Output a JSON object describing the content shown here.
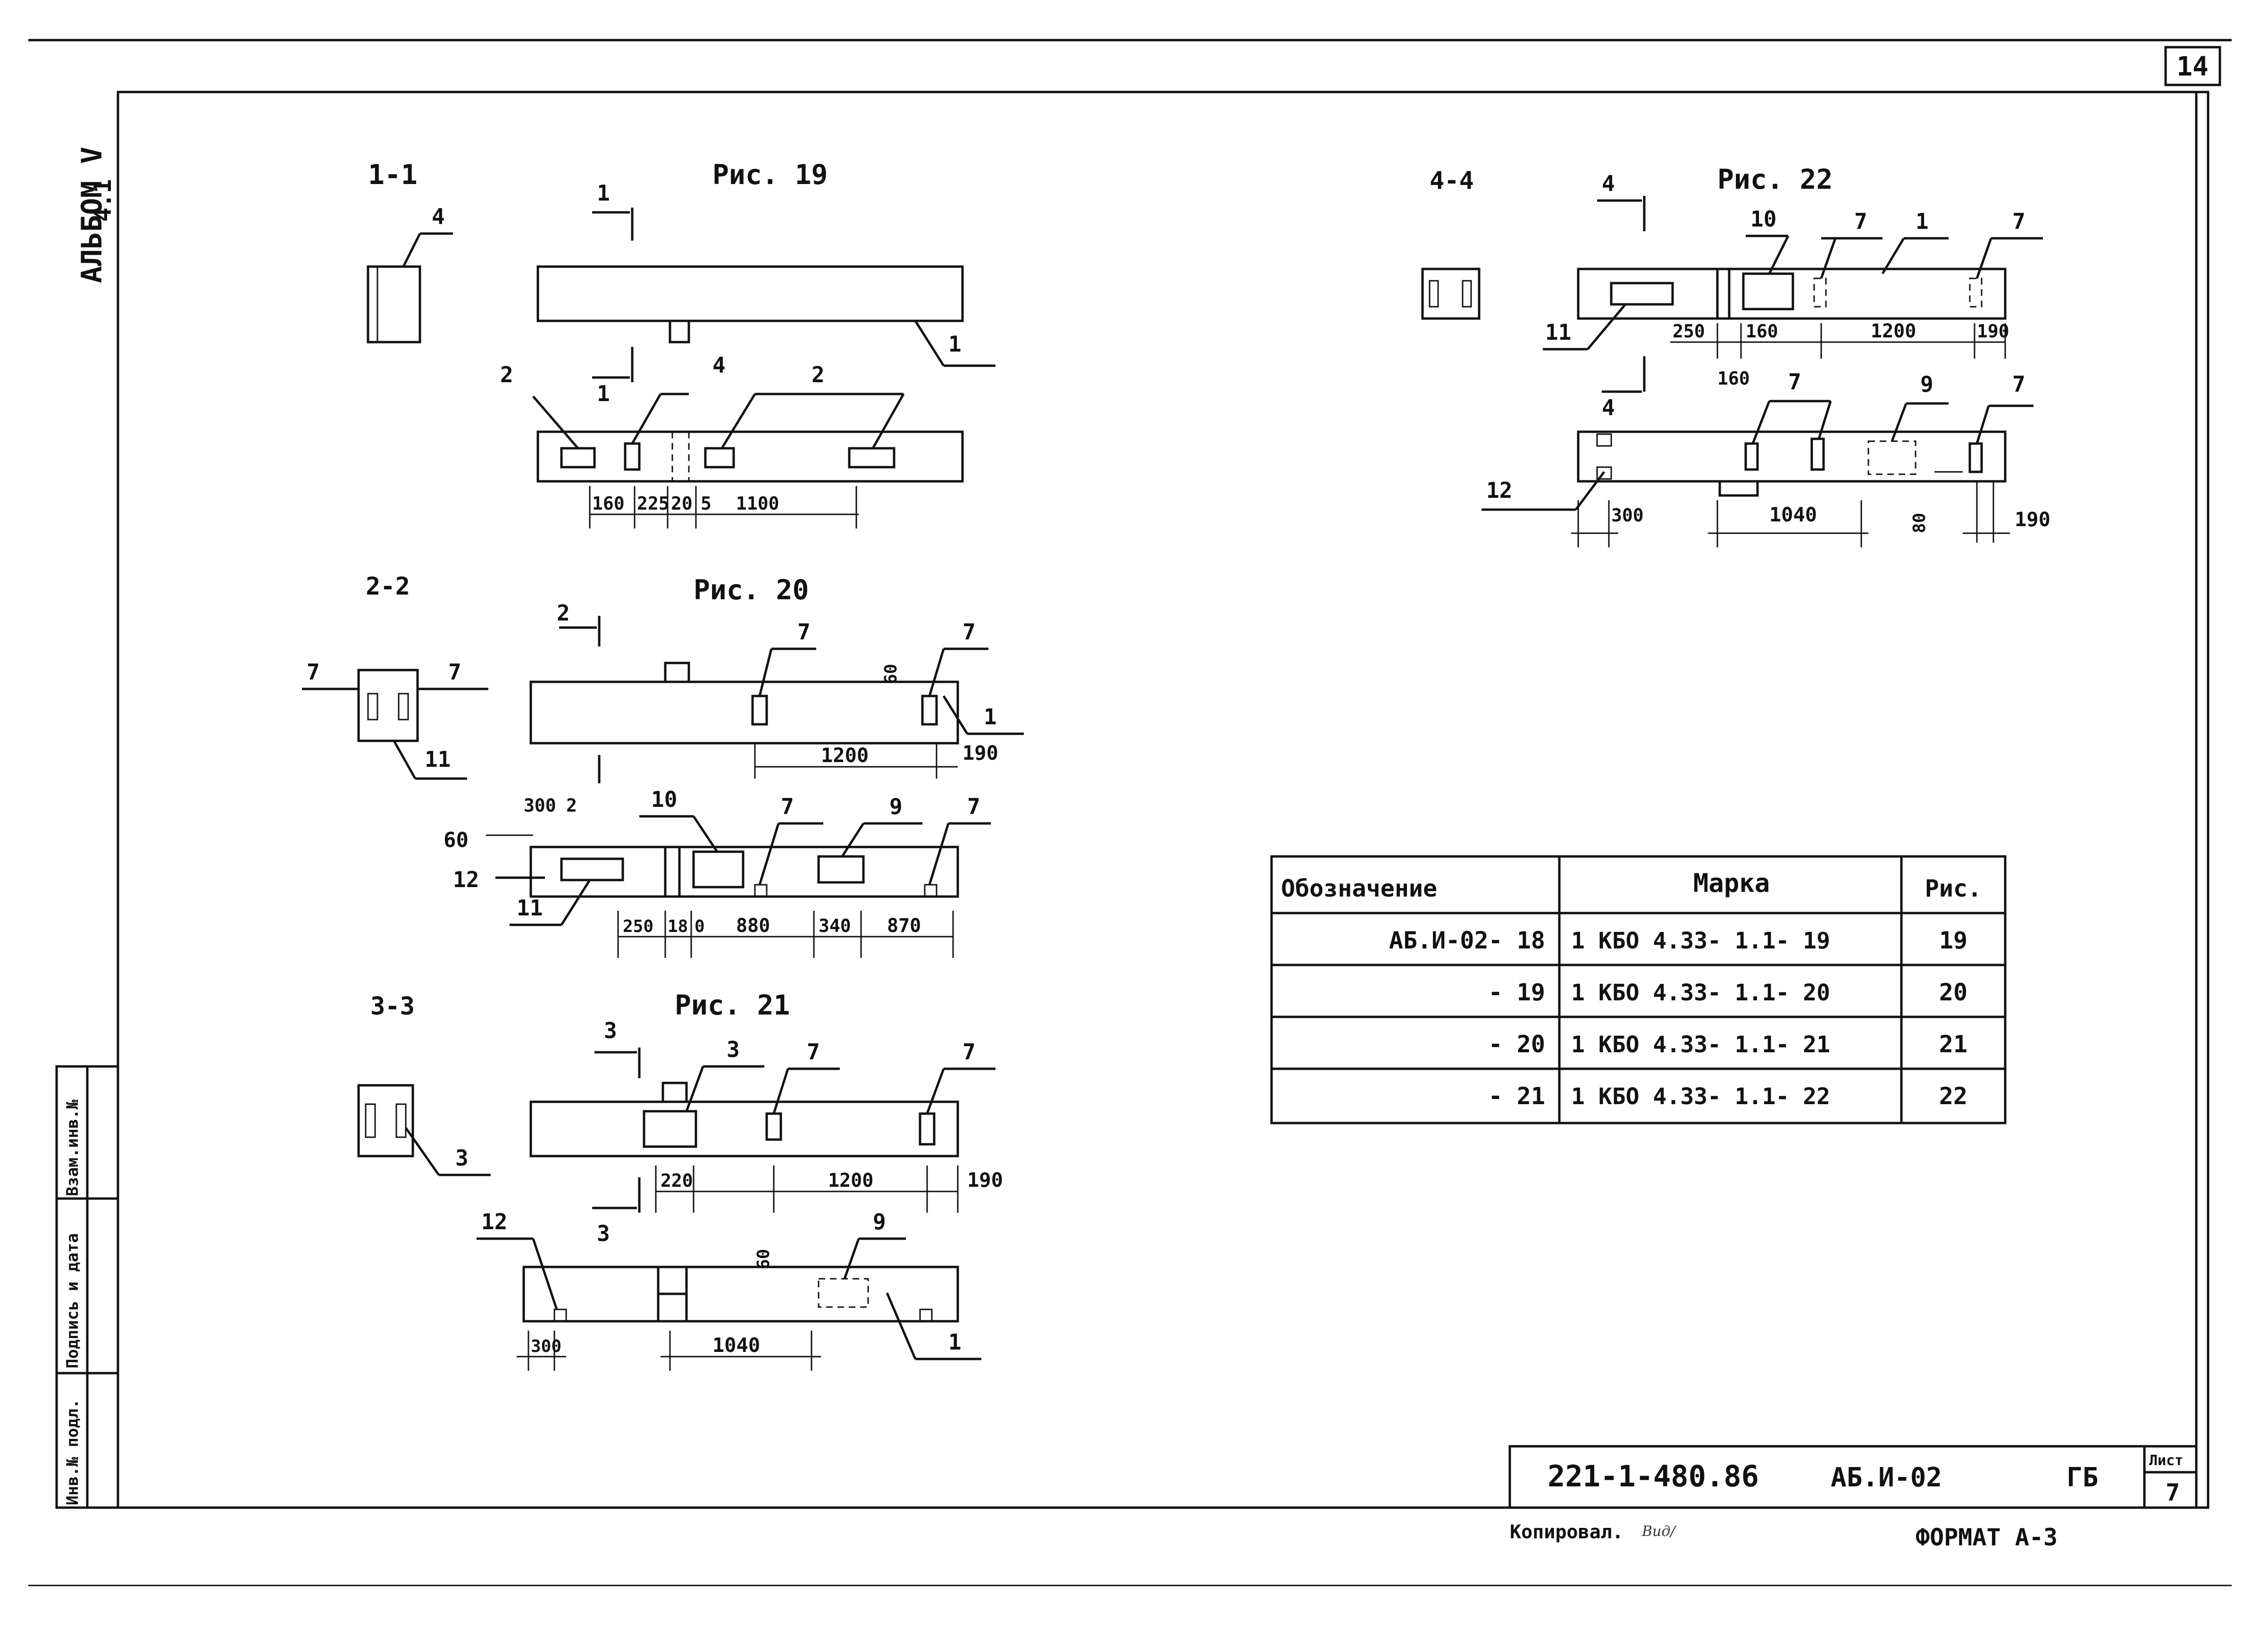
{
  "sheet": {
    "number": "14",
    "album": "АЛЬБОМ V",
    "album_sub": "4.1",
    "copied": "Копировал.",
    "copied_sign": "Вид/",
    "format": "ФОРМАТ А-3"
  },
  "side_stamp": {
    "inv": "Инв.№ подл.",
    "sign": "Подпись и дата",
    "vzam": "Взам.инв.№"
  },
  "title_block": {
    "code": "221-1-480.86",
    "mark": "АБ.И-02",
    "stage": "ГБ",
    "sheet_label": "Лист",
    "sheet_no": "7"
  },
  "fig19": {
    "title": "Рис. 19",
    "section": "1-1",
    "labels": [
      "4",
      "1",
      "2",
      "4",
      "2",
      "1",
      "1"
    ],
    "dims": [
      "160",
      "225",
      "20",
      "5",
      "1100"
    ]
  },
  "fig20": {
    "title": "Рис. 20",
    "section": "2-2",
    "labels": [
      "7",
      "7",
      "11",
      "2",
      "7",
      "7",
      "1",
      "10",
      "7",
      "9",
      "7",
      "12",
      "11",
      "2"
    ],
    "dims": [
      "60",
      "190",
      "1200",
      "300",
      "2",
      "60",
      "250",
      "18",
      "0",
      "880",
      "340",
      "870"
    ]
  },
  "fig21": {
    "title": "Рис. 21",
    "section": "3-3",
    "labels": [
      "3",
      "3",
      "7",
      "7",
      "3",
      "12",
      "9",
      "1",
      "3"
    ],
    "dims": [
      "220",
      "1200",
      "190",
      "60",
      "300",
      "1040"
    ]
  },
  "fig22": {
    "title": "Рис. 22",
    "section": "4-4",
    "labels": [
      "4",
      "10",
      "7",
      "1",
      "7",
      "11",
      "4",
      "7",
      "9",
      "7",
      "12"
    ],
    "dims": [
      "250",
      "160",
      "1200",
      "190",
      "160",
      "300",
      "1040",
      "80",
      "190"
    ]
  },
  "table": {
    "headers": [
      "Обозначение",
      "Марка",
      "Рис."
    ],
    "rows": [
      [
        "АБ.И-02- 18",
        "1 КБО  4.33- 1.1- 19",
        "19"
      ],
      [
        "- 19",
        "1 КБО  4.33- 1.1- 20",
        "20"
      ],
      [
        "- 20",
        "1 КБО  4.33- 1.1- 21",
        "21"
      ],
      [
        "- 21",
        "1 КБО  4.33- 1.1- 22",
        "22"
      ]
    ]
  }
}
